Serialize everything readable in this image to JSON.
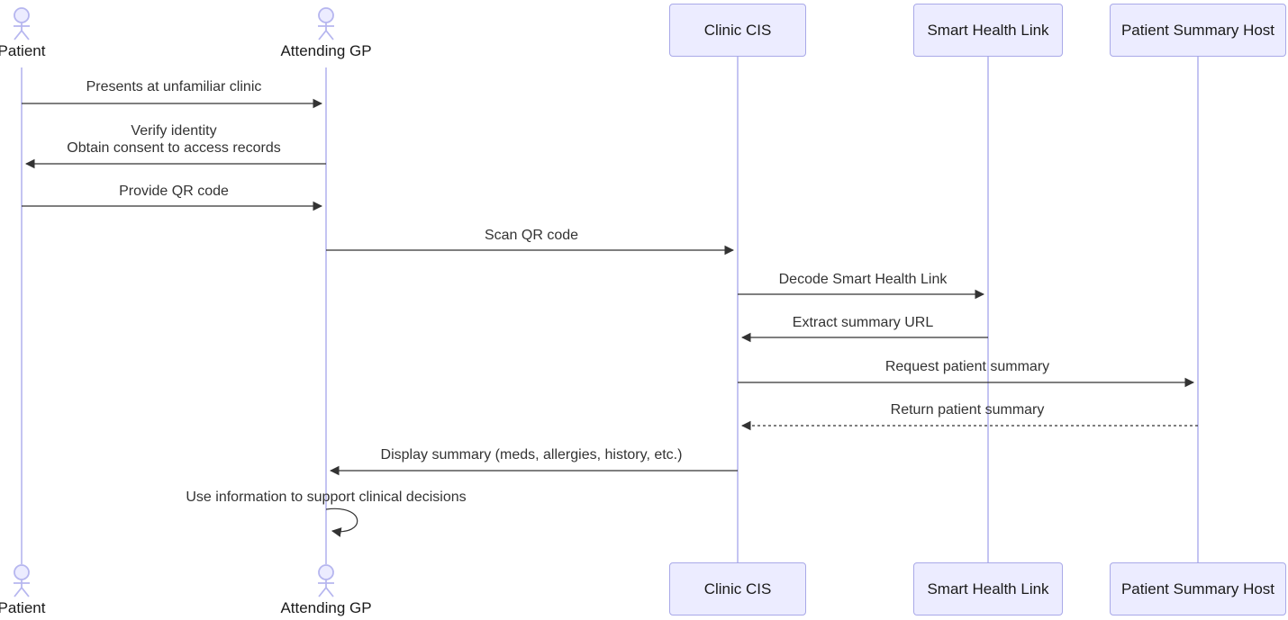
{
  "diagram": {
    "type": "sequence-diagram",
    "background": "#ffffff",
    "colors": {
      "participant_fill": "#ECECFF",
      "participant_border": "#A9A9E8",
      "lifeline": "#B6B6EF",
      "actor_stroke": "#B6B6EF",
      "message_line": "#333333",
      "text": "#1a1a1a"
    },
    "participants": [
      {
        "id": "patient",
        "label": "Patient",
        "kind": "actor"
      },
      {
        "id": "gp",
        "label": "Attending GP",
        "kind": "actor"
      },
      {
        "id": "cis",
        "label": "Clinic CIS",
        "kind": "participant"
      },
      {
        "id": "shl",
        "label": "Smart Health Link",
        "kind": "participant"
      },
      {
        "id": "psh",
        "label": "Patient Summary Host",
        "kind": "participant"
      }
    ],
    "messages": [
      {
        "from": "Patient",
        "to": "Attending GP",
        "label": "Presents at unfamiliar clinic",
        "line": "solid"
      },
      {
        "from": "Attending GP",
        "to": "Patient",
        "label": "Verify identity\nObtain consent to access records",
        "line": "solid"
      },
      {
        "from": "Patient",
        "to": "Attending GP",
        "label": "Provide QR code",
        "line": "solid"
      },
      {
        "from": "Attending GP",
        "to": "Clinic CIS",
        "label": "Scan QR code",
        "line": "solid"
      },
      {
        "from": "Clinic CIS",
        "to": "Smart Health Link",
        "label": "Decode Smart Health Link",
        "line": "solid"
      },
      {
        "from": "Smart Health Link",
        "to": "Clinic CIS",
        "label": "Extract summary URL",
        "line": "solid"
      },
      {
        "from": "Clinic CIS",
        "to": "Patient Summary Host",
        "label": "Request patient summary",
        "line": "solid"
      },
      {
        "from": "Patient Summary Host",
        "to": "Clinic CIS",
        "label": "Return patient summary",
        "line": "dashed"
      },
      {
        "from": "Clinic CIS",
        "to": "Attending GP",
        "label": "Display summary (meds, allergies, history, etc.)",
        "line": "solid"
      },
      {
        "from": "Attending GP",
        "to": "Attending GP",
        "label": "Use information to support clinical decisions",
        "line": "self-loop"
      }
    ]
  }
}
